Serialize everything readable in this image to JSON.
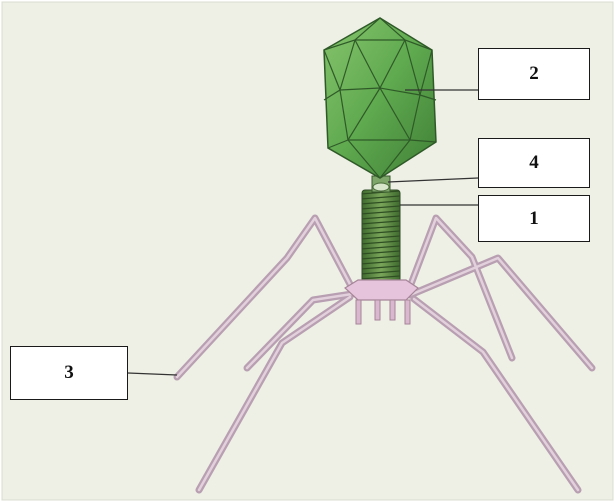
{
  "labels": {
    "box_2": "2",
    "box_4": "4",
    "box_1": "1",
    "box_3": "3"
  },
  "colors": {
    "background": "#eef0e6",
    "head_green": "#5fa94f",
    "tail_green": "#4e7f3a",
    "fiber_pink": "#c8b2c0",
    "baseplate_pink": "#e6c4dc",
    "leader_line": "#333333"
  }
}
